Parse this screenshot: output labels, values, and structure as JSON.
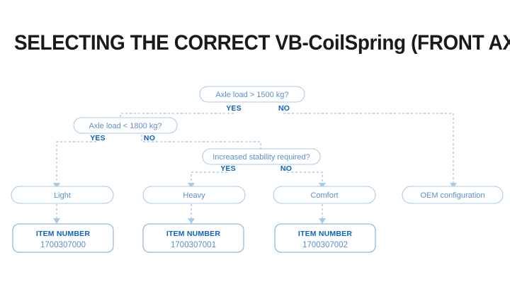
{
  "page": {
    "title": "SELECTING THE CORRECT VB-CoilSpring (FRONT AXLE)",
    "background": "#ffffff"
  },
  "colors": {
    "title_text": "#1a1a1a",
    "node_text": "#5b8fd0",
    "branch_label": "#0d64c0",
    "node_border": "#a9cbe8",
    "item_border": "#8fbbe0",
    "connector": "#a9cbe8"
  },
  "flowchart": {
    "type": "decision-tree",
    "decisions": [
      {
        "id": "d1",
        "question": "Axle load > 1500 kg?",
        "yes_label": "YES",
        "no_label": "NO",
        "yes_target": "d2",
        "no_target": "r4"
      },
      {
        "id": "d2",
        "question": "Axle load < 1800 kg?",
        "yes_label": "YES",
        "no_label": "NO",
        "yes_target": "r1",
        "no_target": "d3"
      },
      {
        "id": "d3",
        "question": "Increased stability required?",
        "yes_label": "YES",
        "no_label": "NO",
        "yes_target": "r2",
        "no_target": "r3"
      }
    ],
    "results": [
      {
        "id": "r1",
        "label": "Light"
      },
      {
        "id": "r2",
        "label": "Heavy"
      },
      {
        "id": "r3",
        "label": "Comfort"
      },
      {
        "id": "r4",
        "label": "OEM configuration"
      }
    ],
    "items": [
      {
        "id": "i1",
        "caption": "ITEM NUMBER",
        "number": "1700307000",
        "from": "r1"
      },
      {
        "id": "i2",
        "caption": "ITEM NUMBER",
        "number": "1700307001",
        "from": "r2"
      },
      {
        "id": "i3",
        "caption": "ITEM NUMBER",
        "number": "1700307002",
        "from": "r3"
      }
    ]
  }
}
